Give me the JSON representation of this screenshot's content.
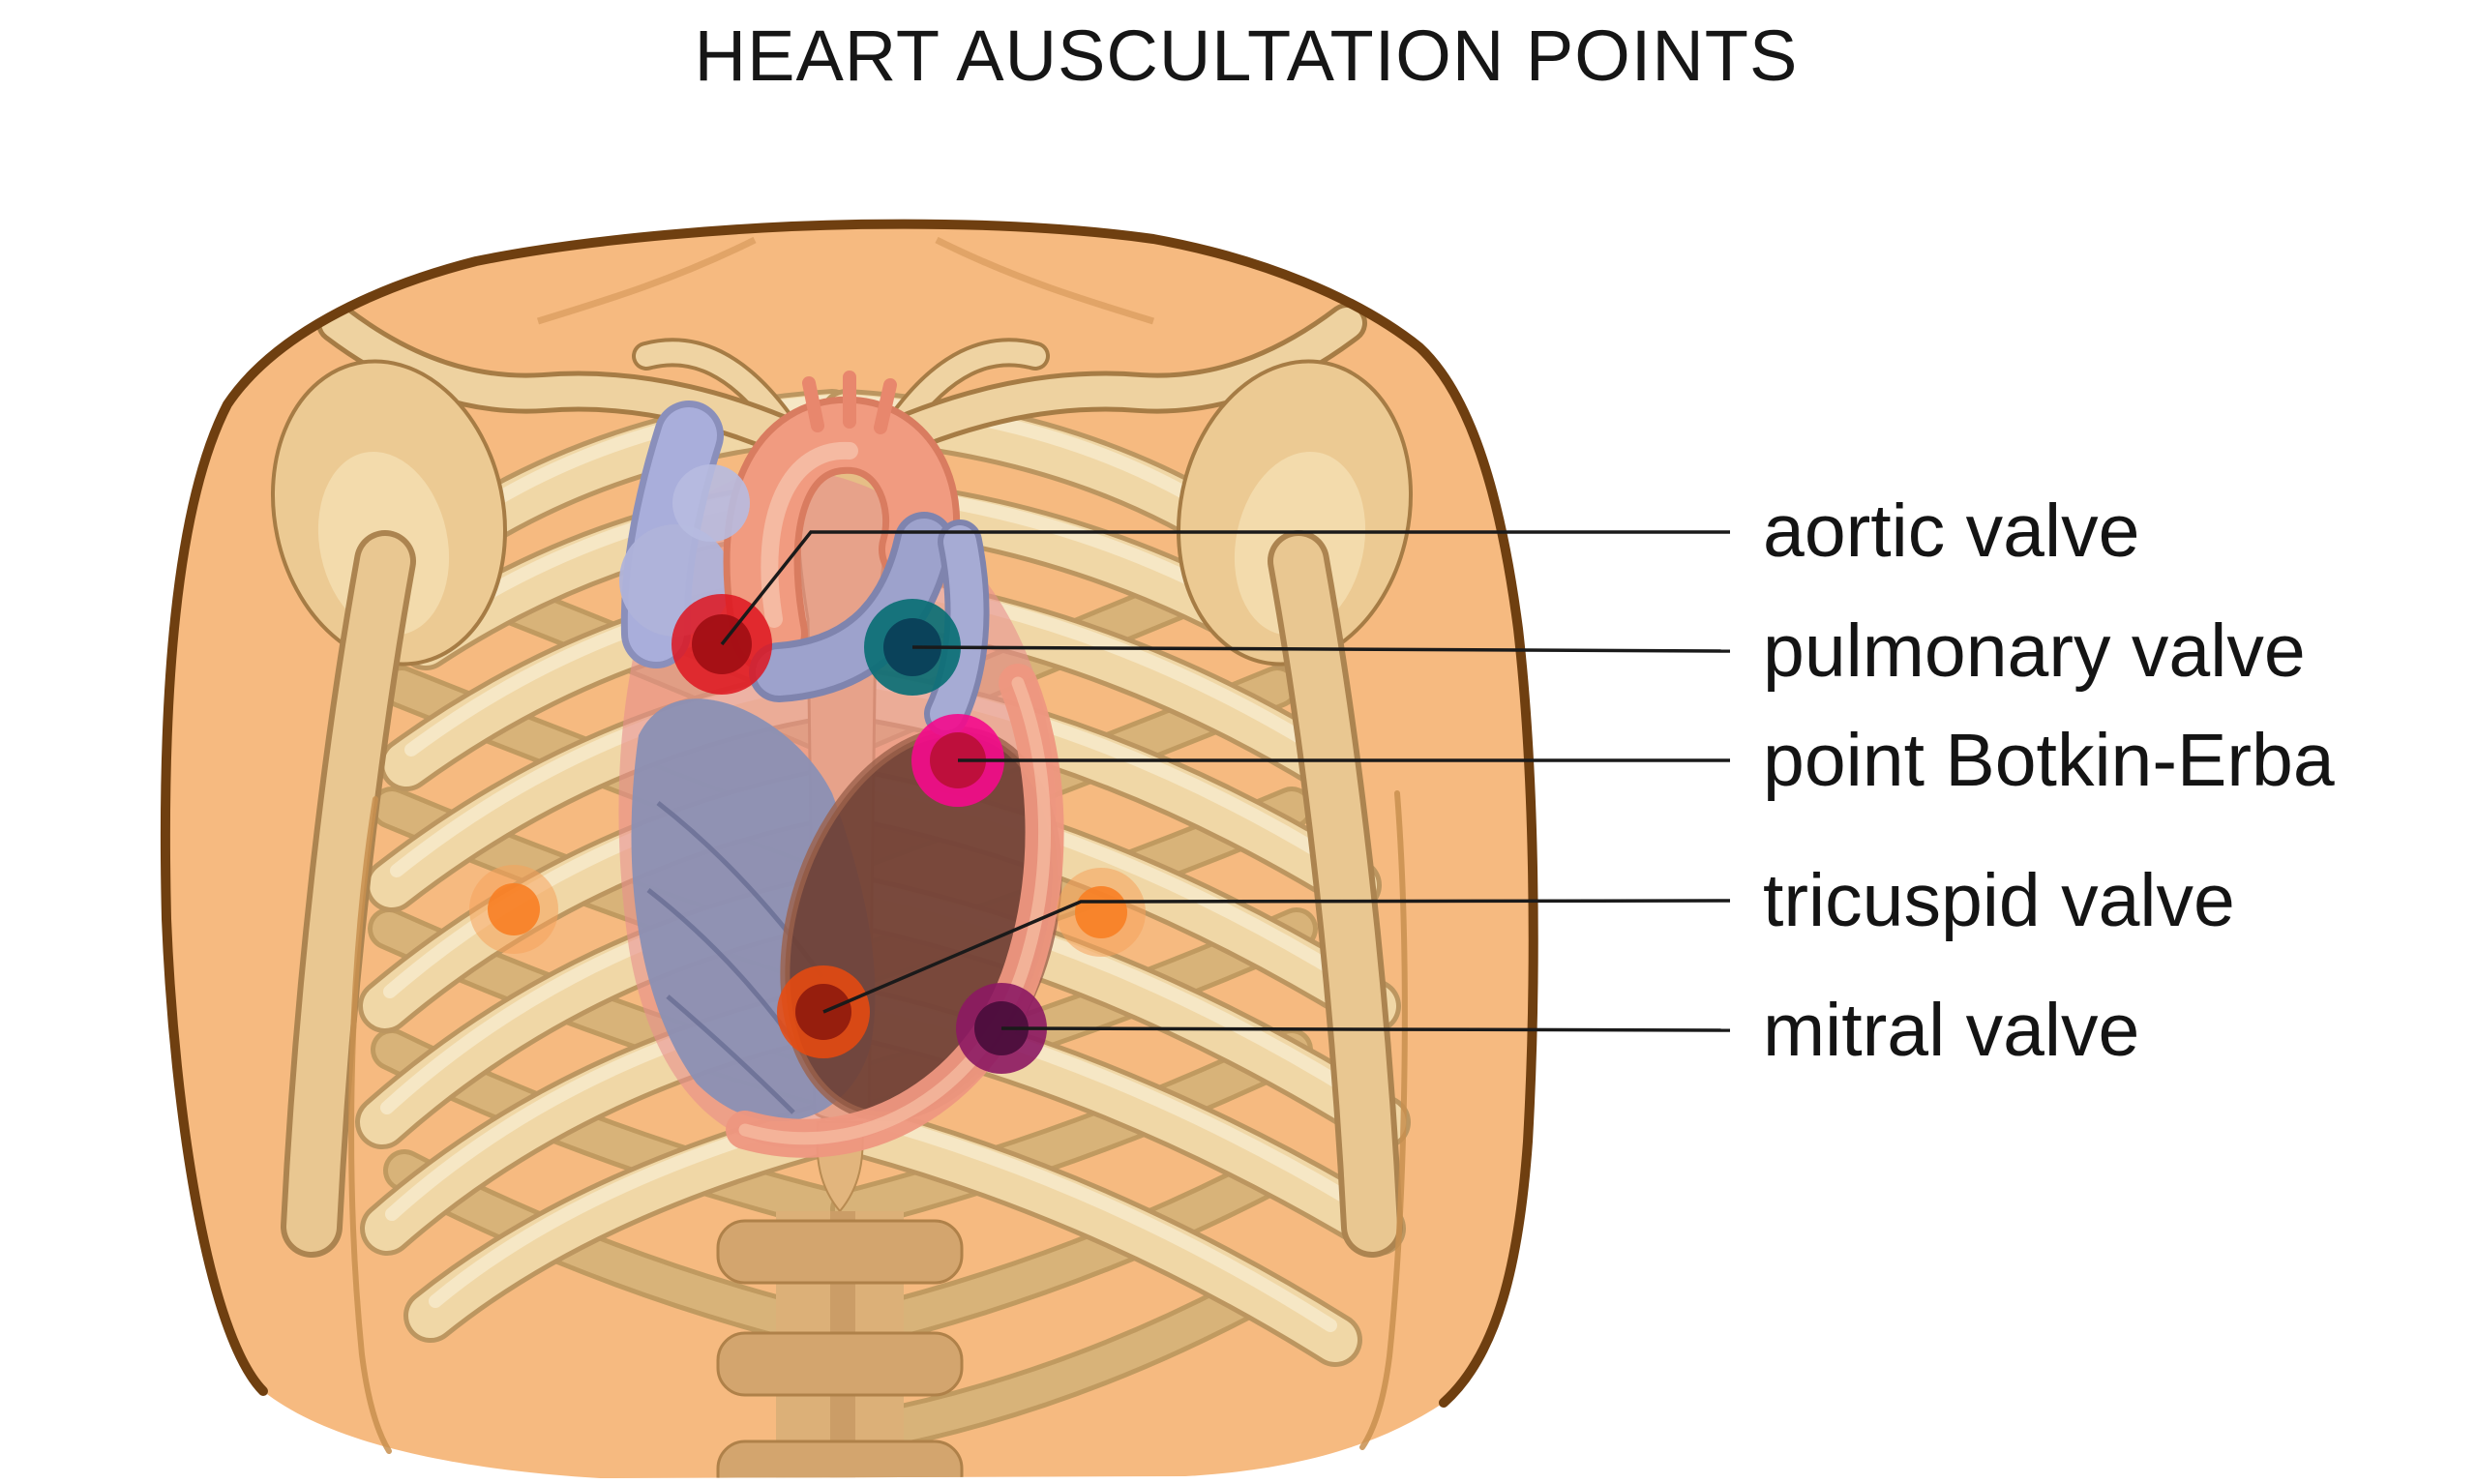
{
  "title": "HEART AUSCULTATION POINTS",
  "colors": {
    "background": "#ffffff",
    "label_text": "#141414",
    "leader_line": "#1a1a1a",
    "skin": "#f6ba80",
    "body_outline": "#6f3f10",
    "bone_light": "#f0d7a6",
    "bone_dark": "#d8b379"
  },
  "points": [
    {
      "id": "aortic-valve",
      "label": "aortic valve",
      "outer_color": "#de1520",
      "inner_color": "#a00d13"
    },
    {
      "id": "pulmonary-valve",
      "label": "pulmonary valve",
      "outer_color": "#0b6f75",
      "inner_color": "#0a3f58"
    },
    {
      "id": "point-botkin-erba",
      "label": "point Botkin-Erba",
      "outer_color": "#f40a8c",
      "inner_color": "#bc1038"
    },
    {
      "id": "tricuspid-valve",
      "label": "tricuspid valve",
      "outer_color": "#ea4a0e",
      "inner_color": "#8f1a0c"
    },
    {
      "id": "mitral-valve",
      "label": "mitral valve",
      "outer_color": "#8c1863",
      "inner_color": "#4b0e3c"
    }
  ]
}
